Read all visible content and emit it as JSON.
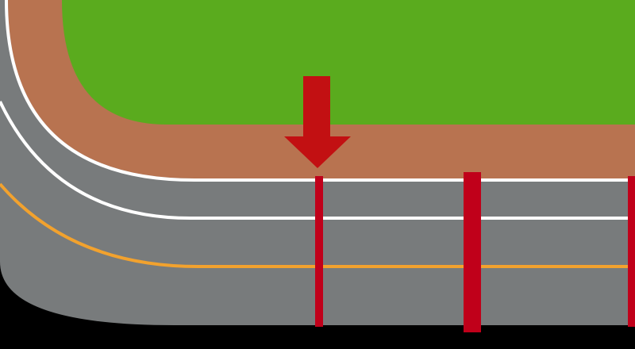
{
  "colors": {
    "background": "#000000",
    "grass": "#5aab1e",
    "clay_border": "#b87350",
    "asphalt": "#787b7c",
    "white_line": "#ffffff",
    "orange_line": "#f2a22e",
    "marker_red": "#c0001a",
    "arrow_red": "#c21012"
  },
  "scene": {
    "lanes": [
      {
        "name": "inner-lane",
        "line": "white"
      },
      {
        "name": "middle-lane",
        "line": "white"
      },
      {
        "name": "outer-lane",
        "line": "orange"
      }
    ],
    "posts": [
      {
        "name": "thin-post"
      },
      {
        "name": "thick-post"
      },
      {
        "name": "edge-post"
      }
    ],
    "pointer": {
      "icon": "down-arrow-icon",
      "target": "thin-post"
    }
  }
}
